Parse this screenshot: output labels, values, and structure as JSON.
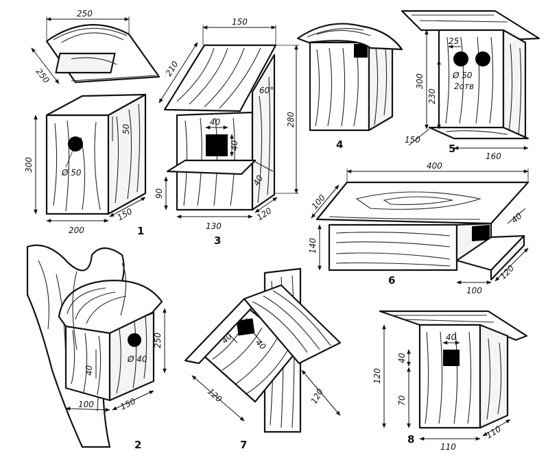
{
  "figures": [
    {
      "number": "1",
      "dims": [
        "250",
        "250",
        "300",
        "50",
        "Ø 50",
        "200",
        "150"
      ]
    },
    {
      "number": "2",
      "dims": [
        "250",
        "40",
        "Ø 40",
        "100",
        "150"
      ]
    },
    {
      "number": "3",
      "dims": [
        "150",
        "210",
        "60°",
        "280",
        "40",
        "40",
        "90",
        "40",
        "130",
        "120"
      ]
    },
    {
      "number": "4",
      "dims": []
    },
    {
      "number": "5",
      "dims": [
        "25",
        "300",
        "230",
        "Ø 50",
        "2отв",
        "150",
        "160"
      ]
    },
    {
      "number": "6",
      "dims": [
        "400",
        "100",
        "40",
        "140",
        "100",
        "120"
      ]
    },
    {
      "number": "7",
      "dims": [
        "40",
        "40",
        "120",
        "120"
      ]
    },
    {
      "number": "8",
      "dims": [
        "40",
        "40",
        "120",
        "70",
        "110",
        "110"
      ]
    }
  ]
}
